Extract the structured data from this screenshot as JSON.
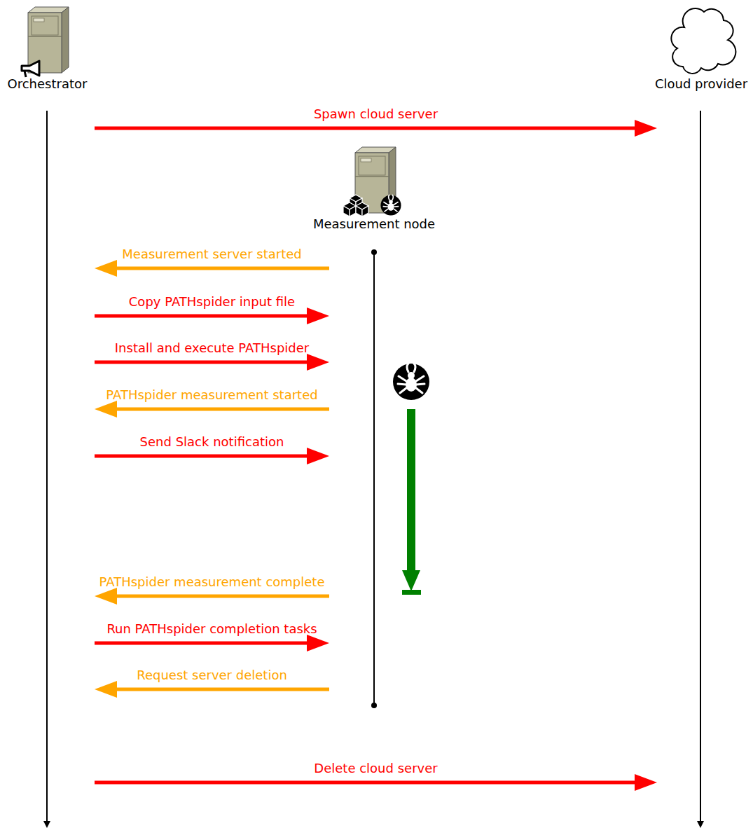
{
  "diagram": {
    "nodes": [
      {
        "text": [
          "Orchestrator"
        ]
      },
      {
        "text": [
          "Cloud provider"
        ]
      },
      {
        "text": [
          "Measurement node"
        ]
      }
    ],
    "edges": [
      {
        "from": 0,
        "to": 1,
        "arrow": "to",
        "label": "Spawn cloud server"
      },
      {
        "from": 2,
        "to": 0,
        "arrow": "to",
        "label": "Measurement server started"
      },
      {
        "from": 0,
        "to": 2,
        "arrow": "to",
        "label": "Copy PATHspider input file"
      },
      {
        "from": 0,
        "to": 2,
        "arrow": "to",
        "label": "Install and execute PATHspider"
      },
      {
        "from": 2,
        "to": 0,
        "arrow": "to",
        "label": "PATHspider measurement started"
      },
      {
        "from": 0,
        "to": 2,
        "arrow": "to",
        "label": "Send Slack notification"
      },
      {
        "from": 2,
        "to": 0,
        "arrow": "to",
        "label": "PATHspider measurement complete"
      },
      {
        "from": 0,
        "to": 2,
        "arrow": "to",
        "label": "Run PATHspider completion tasks"
      },
      {
        "from": 2,
        "to": 0,
        "arrow": "to",
        "label": "Request server deletion"
      },
      {
        "from": 0,
        "to": 1,
        "arrow": "to",
        "label": "Delete cloud server"
      }
    ]
  }
}
